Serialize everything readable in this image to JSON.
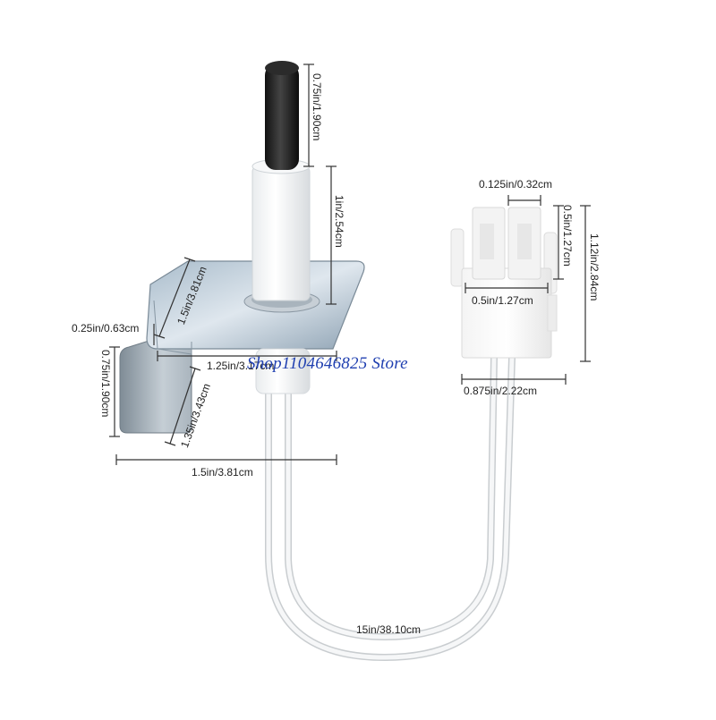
{
  "dimensions": {
    "rod_length": "0.75in/1.90cm",
    "sleeve_length": "1in/2.54cm",
    "bracket_diagonal": "1.5in/3.81cm",
    "bracket_thickness": "0.25in/0.63cm",
    "tab_height": "0.75in/1.90cm",
    "bracket_width": "1.25in/3.17cm",
    "tab_diagonal": "1.35in/3.43cm",
    "bracket_total_width": "1.5in/3.81cm",
    "pin_gap": "0.125in/0.32cm",
    "pin_height": "0.5in/1.27cm",
    "plug_inner_width": "0.5in/1.27cm",
    "plug_height": "1.12in/2.84cm",
    "plug_width": "0.875in/2.22cm",
    "wire_length": "15in/38.10cm"
  },
  "watermark": "Shop1104646825 Store"
}
